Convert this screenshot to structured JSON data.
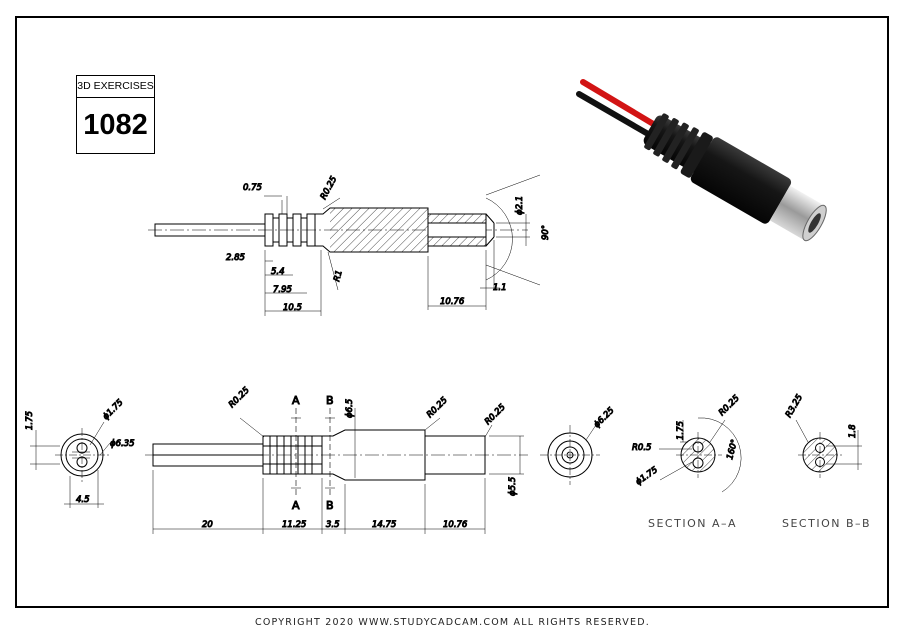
{
  "badge": {
    "label": "3D EXERCISES",
    "number": "1082"
  },
  "top_view": {
    "dims": [
      "0.75",
      "R0.25",
      "ϕ2.1",
      "90°",
      "2.85",
      "5.4",
      "R1",
      "7.95",
      "10.5",
      "10.76",
      "1.1"
    ]
  },
  "front_view": {
    "dims": [
      "R0.25",
      "ϕ6.5",
      "R0.25",
      "R0.25",
      "ϕ5.5",
      "20",
      "11.25",
      "3.5",
      "14.75",
      "10.76"
    ],
    "cut_labels": [
      "A",
      "B",
      "A",
      "B"
    ]
  },
  "end_view": {
    "dims": [
      "1.75",
      "ϕ1.75",
      "ϕ6.35",
      "4.5"
    ]
  },
  "round_view": {
    "dims": [
      "ϕ6.25"
    ]
  },
  "section_a": {
    "title": "SECTION A–A",
    "dims": [
      "1.75",
      "R0.25",
      "R0.5",
      "160°",
      "ϕ1.75"
    ]
  },
  "section_b": {
    "title": "SECTION B–B",
    "dims": [
      "R3.25",
      "1.8"
    ]
  },
  "footer": {
    "copyright": "COPYRIGHT  2020 WWW.STUDYCADCAM.COM ALL RIGHTS RESERVED."
  }
}
